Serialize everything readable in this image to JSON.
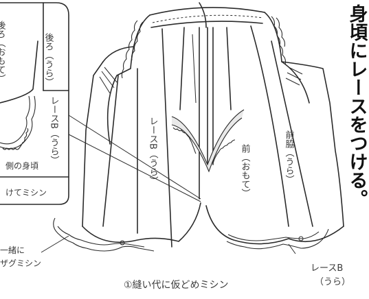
{
  "title_vertical": "身頃にレースをつける。",
  "inset": {
    "label_back": "後ろ（うら）",
    "label_lace": "レースB（うら）",
    "label_left_partial": "後ろ（おもて）",
    "note_line1": "側の身頃",
    "note_line2": "けてミシン"
  },
  "main": {
    "label_lace_center": "レースB（うら）",
    "label_front": "前（おもて）",
    "label_side_front": "前脇（うら）",
    "label_lace_bottom_1": "レースB",
    "label_lace_bottom_2": "（うら）",
    "left_note_1": "一緒に",
    "left_note_2": "ザグミシン",
    "caption": "①縫い代に仮どめミシン"
  }
}
